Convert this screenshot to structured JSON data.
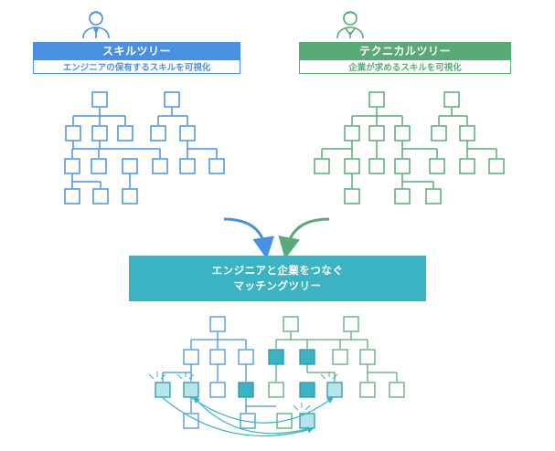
{
  "left_panel": {
    "title": "スキルツリー",
    "subtitle": "エンジニアの保有するスキルを可視化",
    "color": "#4a90e2",
    "icon": "engineer-person-icon"
  },
  "right_panel": {
    "title": "テクニカルツリー",
    "subtitle": "企業が求めるスキルを可視化",
    "color": "#5aaa78",
    "icon": "businessman-person-icon"
  },
  "matching": {
    "line1": "エンジニアと企業をつなぐ",
    "line2": "マッチングツリー",
    "color": "#3bb3c3"
  }
}
